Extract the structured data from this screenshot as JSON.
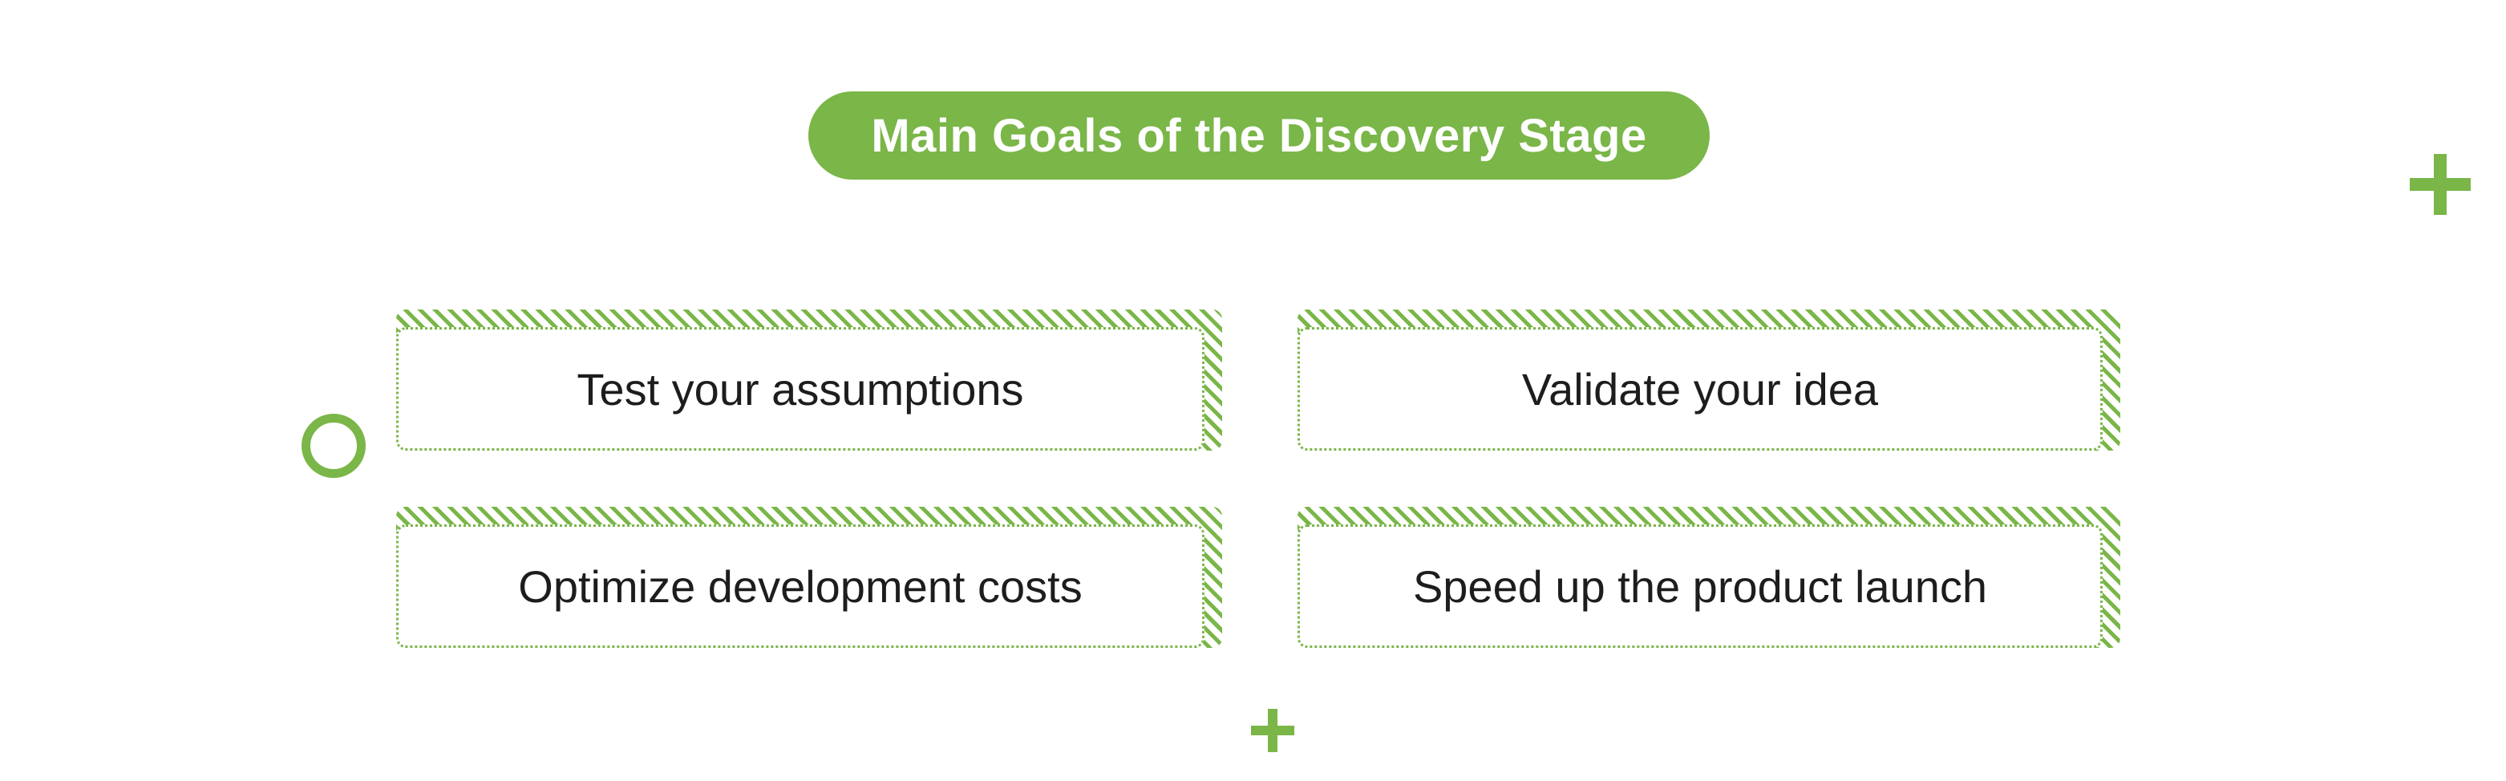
{
  "title": "Main Goals of the Discovery Stage",
  "goals": [
    {
      "label": "Test your assumptions"
    },
    {
      "label": "Validate your idea"
    },
    {
      "label": "Optimize development costs"
    },
    {
      "label": "Speed up the product launch"
    }
  ],
  "decorations": {
    "circle_icon": "circle-outline",
    "plus_icon_large": "plus",
    "plus_icon_small": "plus"
  },
  "colors": {
    "accent": "#7ab648",
    "text": "#1d1d1d",
    "background": "#ffffff"
  }
}
